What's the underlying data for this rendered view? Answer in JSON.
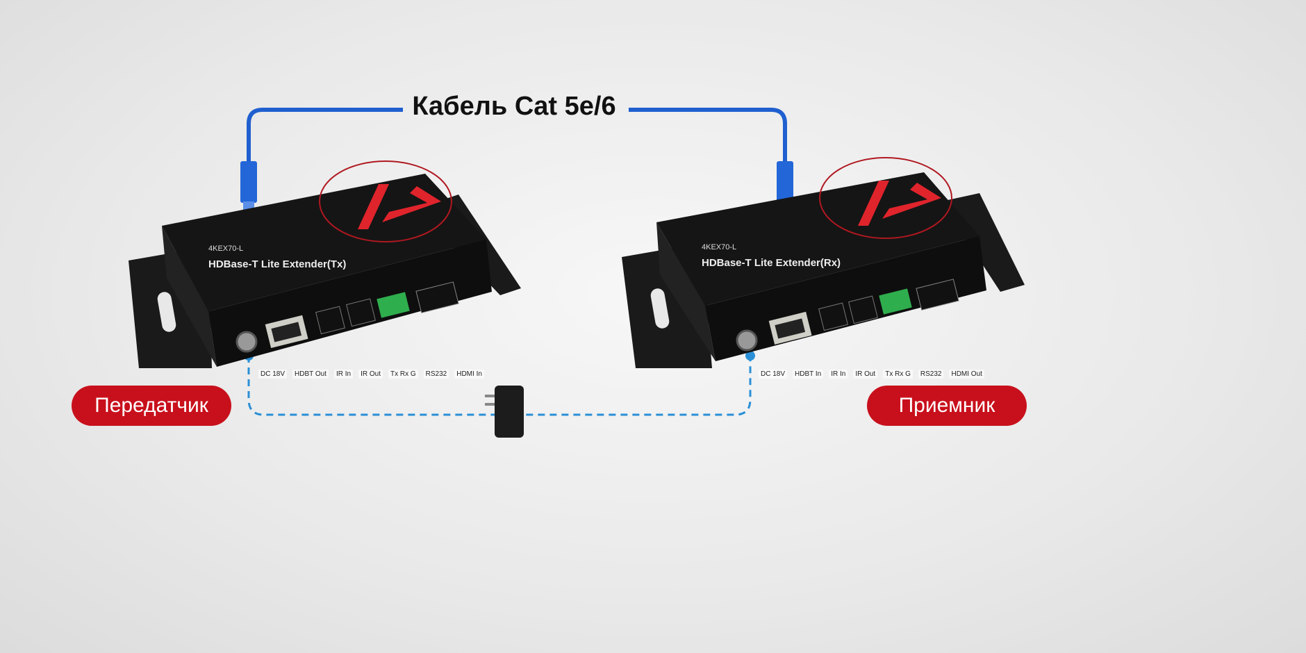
{
  "title": "Кабель Cat 5e/6",
  "transmitter": {
    "label": "Передатчик",
    "device_text": "HDBase-T Lite Extender(Tx)",
    "model": "4KEX70-L",
    "ports": [
      "DC 18V",
      "HDBT Out",
      "IR In",
      "IR Out",
      "Tx Rx G",
      "RS232",
      "HDMI In"
    ]
  },
  "receiver": {
    "label": "Приемник",
    "device_text": "HDBase-T Lite Extender(Rx)",
    "model": "4KEX70-L",
    "ports": [
      "DC 18V",
      "HDBT In",
      "IR In",
      "IR Out",
      "Tx Rx G",
      "RS232",
      "HDMI Out"
    ]
  },
  "colors": {
    "accent": "#c8101c",
    "cable": "#1f5fcf",
    "power_line": "#2a8fd6",
    "device": "#141414",
    "port_green": "#2fae4e"
  }
}
